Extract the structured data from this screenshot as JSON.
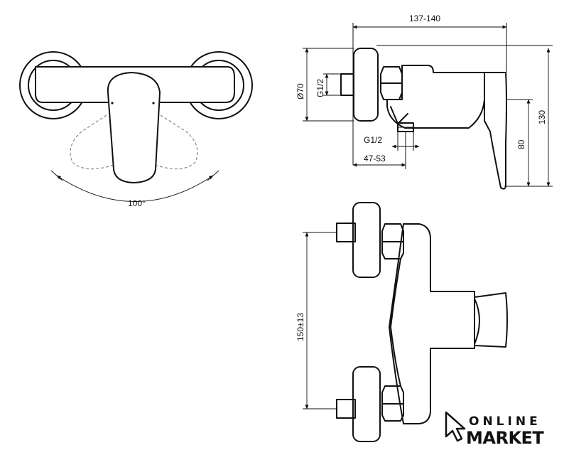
{
  "dimensions": {
    "total_depth": "137-140",
    "rosette_diameter": "Ø70",
    "inlet_thread": "G1/2",
    "outlet_thread": "G1/2",
    "outlet_offset": "47-53",
    "lever_height": "80",
    "total_height": "130",
    "center_distance": "150±13",
    "lever_rotation": "100°"
  },
  "brand": {
    "line1": "ONLINE",
    "line2": "MARKET"
  }
}
